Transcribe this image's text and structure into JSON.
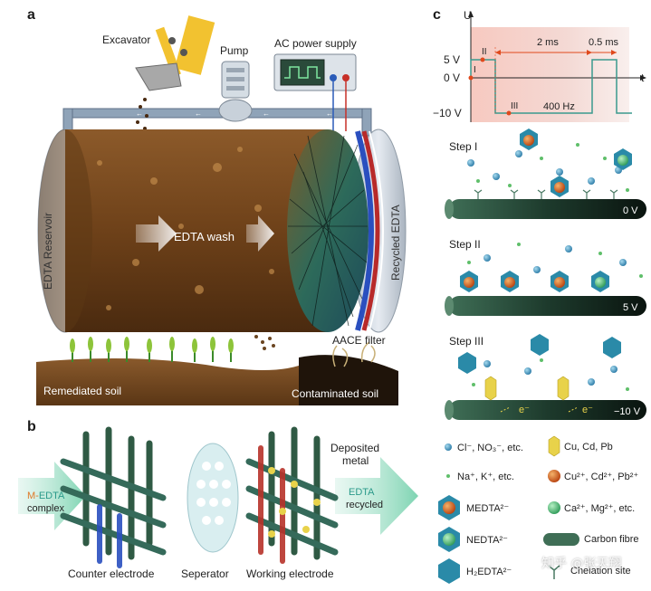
{
  "panels": {
    "a": {
      "letter": "a",
      "excavator": "Excavator",
      "pump": "Pump",
      "power": "AC power supply",
      "reservoir": "EDTA Reservoir",
      "recycled": "Recycled EDTA",
      "wash": "EDTA wash",
      "filter": "AACE filter",
      "remediated": "Remediated soil",
      "contaminated": "Contaminated soil"
    },
    "b": {
      "letter": "b",
      "medta_prefix": "M-",
      "medta_suffix": "EDTA",
      "medta_line2": "complex",
      "deposited_line1": "Deposited",
      "deposited_line2": "metal",
      "edta_recycled_line1": "EDTA",
      "edta_recycled_line2": "recycled",
      "counter": "Counter electrode",
      "separator": "Seperator",
      "working": "Working electrode"
    },
    "c": {
      "letter": "c",
      "waveform": {
        "u_label": "U",
        "t_label": "t",
        "v5": "5 V",
        "v0": "0 V",
        "vneg10": "−10 V",
        "marker_i": "I",
        "marker_ii": "II",
        "marker_iii": "III",
        "freq": "400 Hz",
        "dur_2ms": "2 ms",
        "dur_05ms": "0.5 ms"
      },
      "steps": [
        {
          "title": "Step I",
          "voltage": "0 V"
        },
        {
          "title": "Step II",
          "voltage": "5 V"
        },
        {
          "title": "Step III",
          "voltage": "−10 V"
        }
      ],
      "electron": "e⁻",
      "legend": {
        "anions": "Cl⁻, NO₃⁻, etc.",
        "metals": "Cu, Cd, Pb",
        "cations": "Na⁺, K⁺, etc.",
        "heavy_ions": "Cu²⁺, Cd²⁺, Pb²⁺",
        "medta": "MEDTA²⁻",
        "alkaline": "Ca²⁺, Mg²⁺, etc.",
        "nedta": "NEDTA²⁻",
        "fibre": "Carbon fibre",
        "h2edta": "H₂EDTA²⁻",
        "chelation": "Chelation site"
      }
    }
  },
  "watermark": "知乎 @张天翔",
  "colors": {
    "soil_brown": "#7a4a1e",
    "fibre_green": "#2f5a44",
    "cyan_ion": "#3a8fb5",
    "copper": "#d26a1a",
    "waveform_red": "#e0491c",
    "waveform_teal": "#3a9a8e"
  }
}
